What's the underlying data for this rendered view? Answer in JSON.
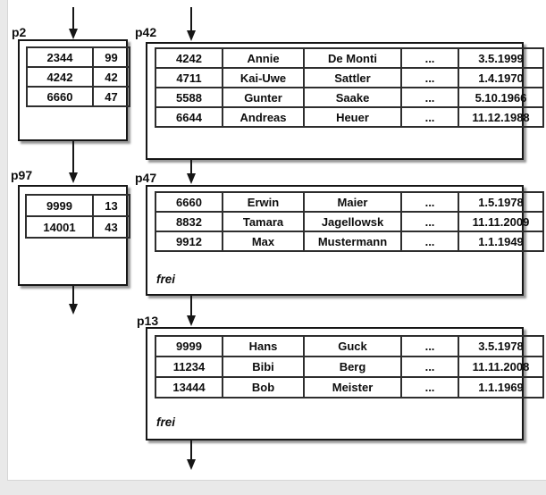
{
  "colors": {
    "background": "#e9e9e9",
    "slide": "#ffffff",
    "line": "#161616",
    "shadow": "#8a8a8a"
  },
  "pages": {
    "p2": {
      "label": "p2",
      "rows": [
        [
          "2344",
          "99"
        ],
        [
          "4242",
          "42"
        ],
        [
          "6660",
          "47"
        ]
      ]
    },
    "p97": {
      "label": "p97",
      "rows": [
        [
          "9999",
          "13"
        ],
        [
          "14001",
          "43"
        ]
      ]
    },
    "p42": {
      "label": "p42",
      "rows": [
        [
          "4242",
          "Annie",
          "De Monti",
          "...",
          "3.5.1999"
        ],
        [
          "4711",
          "Kai-Uwe",
          "Sattler",
          "...",
          "1.4.1970"
        ],
        [
          "5588",
          "Gunter",
          "Saake",
          "...",
          "5.10.1966"
        ],
        [
          "6644",
          "Andreas",
          "Heuer",
          "...",
          "11.12.1988"
        ]
      ]
    },
    "p47": {
      "label": "p47",
      "free_label": "frei",
      "rows": [
        [
          "6660",
          "Erwin",
          "Maier",
          "...",
          "1.5.1978"
        ],
        [
          "8832",
          "Tamara",
          "Jagellowsk",
          "...",
          "11.11.2009"
        ],
        [
          "9912",
          "Max",
          "Mustermann",
          "...",
          "1.1.1949"
        ]
      ]
    },
    "p13": {
      "label": "p13",
      "free_label": "frei",
      "rows": [
        [
          "9999",
          "Hans",
          "Guck",
          "...",
          "3.5.1978"
        ],
        [
          "11234",
          "Bibi",
          "Berg",
          "...",
          "11.11.2008"
        ],
        [
          "13444",
          "Bob",
          "Meister",
          "...",
          "1.1.1969"
        ]
      ]
    }
  }
}
